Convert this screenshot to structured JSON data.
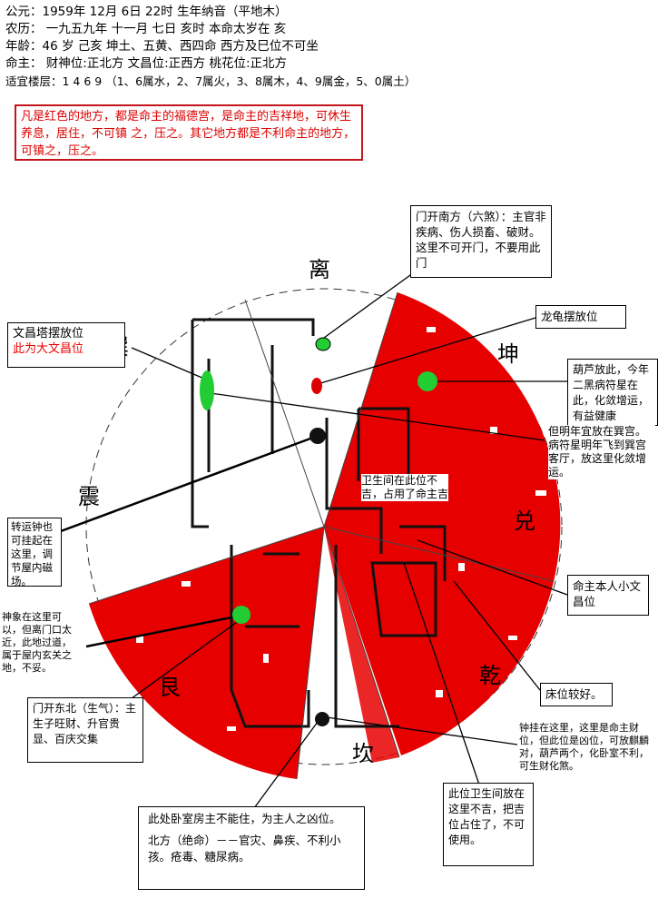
{
  "header": {
    "line1": "公元：1959年 12月 6日 22时 生年纳音（平地木）",
    "line2": "农历：   一九五九年 十一月 七日 亥时 本命太岁在 亥",
    "line3": "年龄：46 岁  己亥  坤土、五黄、西四命    西方及巳位不可坐",
    "line4": "命主：  财神位:正北方  文昌位:正西方  桃花位:正北方",
    "line5": "适宜楼层：1 4 6 9 （1、6属水，2、7属火，3、8属木，4、9属金，5、0属土）"
  },
  "warning": "凡是红色的地方，都是命主的福德宫，是命主的吉祥地，可休生养息，居住，不可镇 之，压之。其它地方都是不利命主的地方，可镇之，压之。",
  "directions": {
    "li": "离",
    "kun": "坤",
    "dui": "兑",
    "qian": "乾",
    "kan": "坎",
    "gen": "艮",
    "zhen": "震",
    "xun": "巽"
  },
  "notes": {
    "south_door": "门开南方（六煞）：主官非疾病、伤人损畜、破财。这里不可开门，不要用此门",
    "turtle": "龙龟摆放位",
    "gourd": "葫芦放此，今年二黑病符星在此，化敛增运，有益健康",
    "next_year": "但明年宜放在巽宫。病符星明年飞到巽宫客厅，放这里化敛增运。",
    "wenchang_tower": "文昌塔摆放位",
    "wenchang_big": "此为大文昌位",
    "clock_left": "转运钟也可挂起在这里，调节屋内磁场。",
    "toilet_center": "卫生间在此位不吉，占用了命主吉",
    "owner_wenchang": "命主本人小文昌位",
    "elephant": "神象在这里可以，但离门口太近，此地过道，属于屋内玄关之地，不妥。",
    "bed": "床位较好。",
    "northeast_door": "门开东北（生气）：主生子旺财、升官贵显、百庆交集",
    "clock_right": "钟挂在这里，这里是命主财位，但此位是凶位，可放麒麟对，葫芦两个，化卧室不利，可生财化煞。",
    "toilet_bottom": "此位卫生间放在这里不吉，把吉位占住了，不可使用。",
    "bedroom_1": "此处卧室房主不能住，为主人之凶位。",
    "bedroom_2": "北方（绝命）－－官灾、鼻疾、不利小孩。疮毒、糖尿病。"
  },
  "colors": {
    "auspicious": "#e60000",
    "warning_border": "#c4141c",
    "marker_green": "#22cc33",
    "marker_red": "#dd0000"
  }
}
